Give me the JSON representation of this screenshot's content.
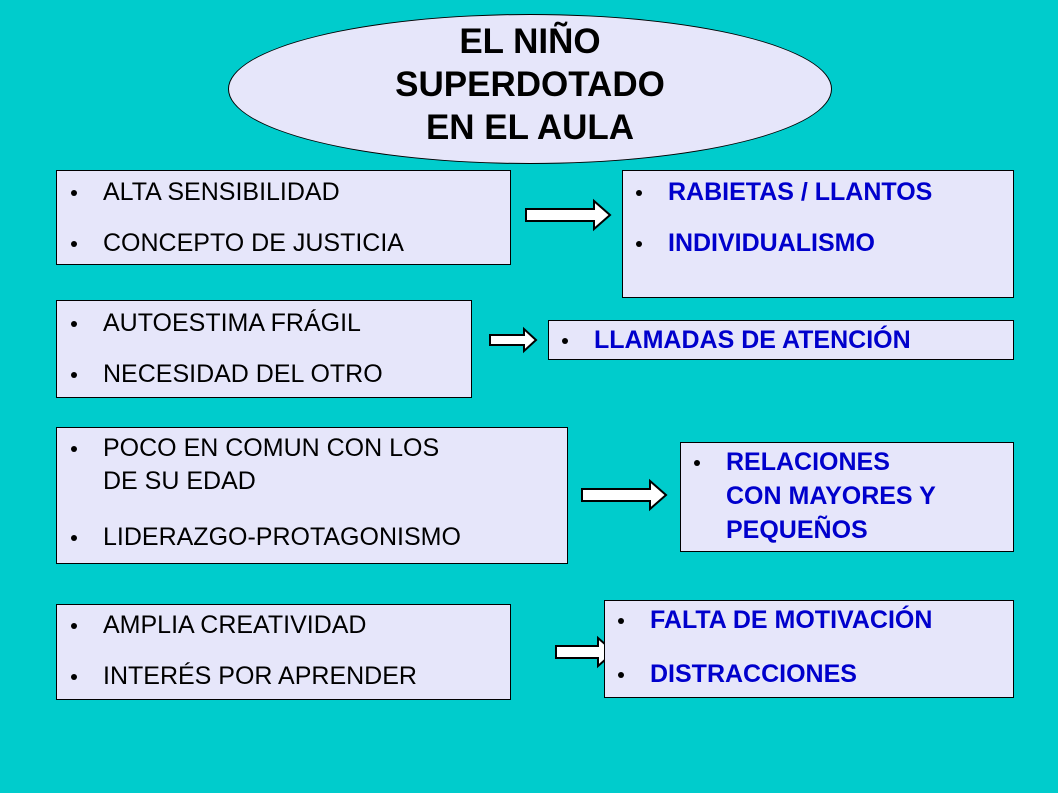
{
  "title": {
    "lines": [
      "EL NIÑO",
      "SUPERDOTADO",
      "EN EL AULA"
    ]
  },
  "rows": [
    {
      "traits": [
        "ALTA SENSIBILIDAD",
        "CONCEPTO DE JUSTICIA"
      ],
      "results": [
        "RABIETAS / LLANTOS",
        "INDIVIDUALISMO"
      ]
    },
    {
      "traits": [
        "AUTOESTIMA FRÁGIL",
        "NECESIDAD DEL OTRO"
      ],
      "results": [
        "LLAMADAS DE ATENCIÓN"
      ]
    },
    {
      "traits": [
        [
          "POCO EN COMUN CON LOS",
          "DE SU EDAD"
        ],
        "LIDERAZGO-PROTAGONISMO"
      ],
      "results": [
        [
          "RELACIONES",
          "CON MAYORES Y",
          "PEQUEÑOS"
        ]
      ]
    },
    {
      "traits": [
        "AMPLIA CREATIVIDAD",
        "INTERÉS POR APRENDER"
      ],
      "results": [
        "FALTA DE MOTIVACIÓN",
        "DISTRACCIONES"
      ]
    }
  ],
  "colors": {
    "background": "#00cccc",
    "box": "#e6e6fa",
    "result_text": "#0000cc"
  },
  "icons": {
    "bullet": "bullet-dot-icon",
    "arrow": "double-arrow-icon"
  }
}
